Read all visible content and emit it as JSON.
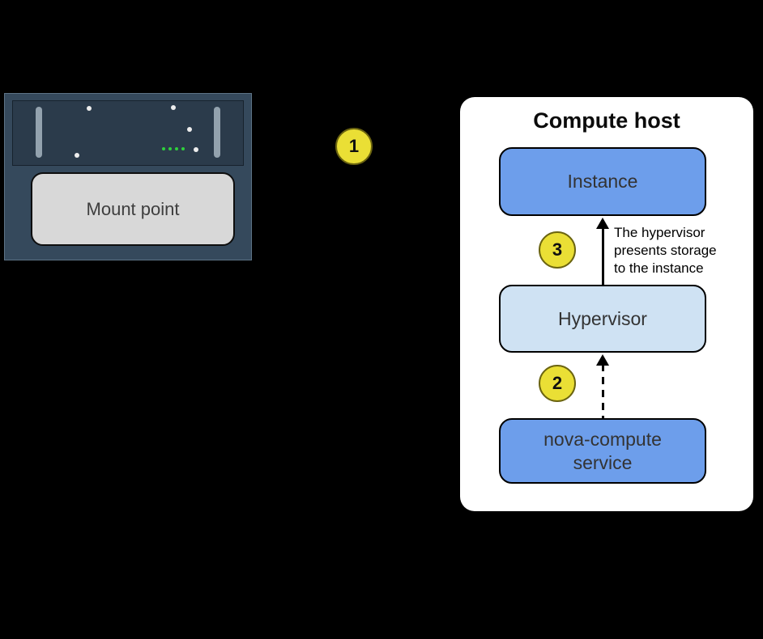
{
  "storage": {
    "mount_point_label": "Mount point"
  },
  "compute_host": {
    "title": "Compute host",
    "instance_label": "Instance",
    "hypervisor_label": "Hypervisor",
    "nova_lines": [
      "nova-compute",
      "service"
    ],
    "annotation_lines": [
      "The hypervisor",
      "presents storage",
      "to the instance"
    ]
  },
  "badges": [
    {
      "label": "1"
    },
    {
      "label": "2"
    },
    {
      "label": "3"
    }
  ],
  "colors": {
    "background": "#000000",
    "panel_white": "#ffffff",
    "box_blue": "#6d9eeb",
    "box_light_blue": "#cfe2f3",
    "badge_yellow": "#eadf35",
    "storage_body": "#35495c",
    "storage_bezel": "#2b3b4b",
    "mount_gray": "#d8d8d8",
    "led_green": "#2fd13c"
  }
}
